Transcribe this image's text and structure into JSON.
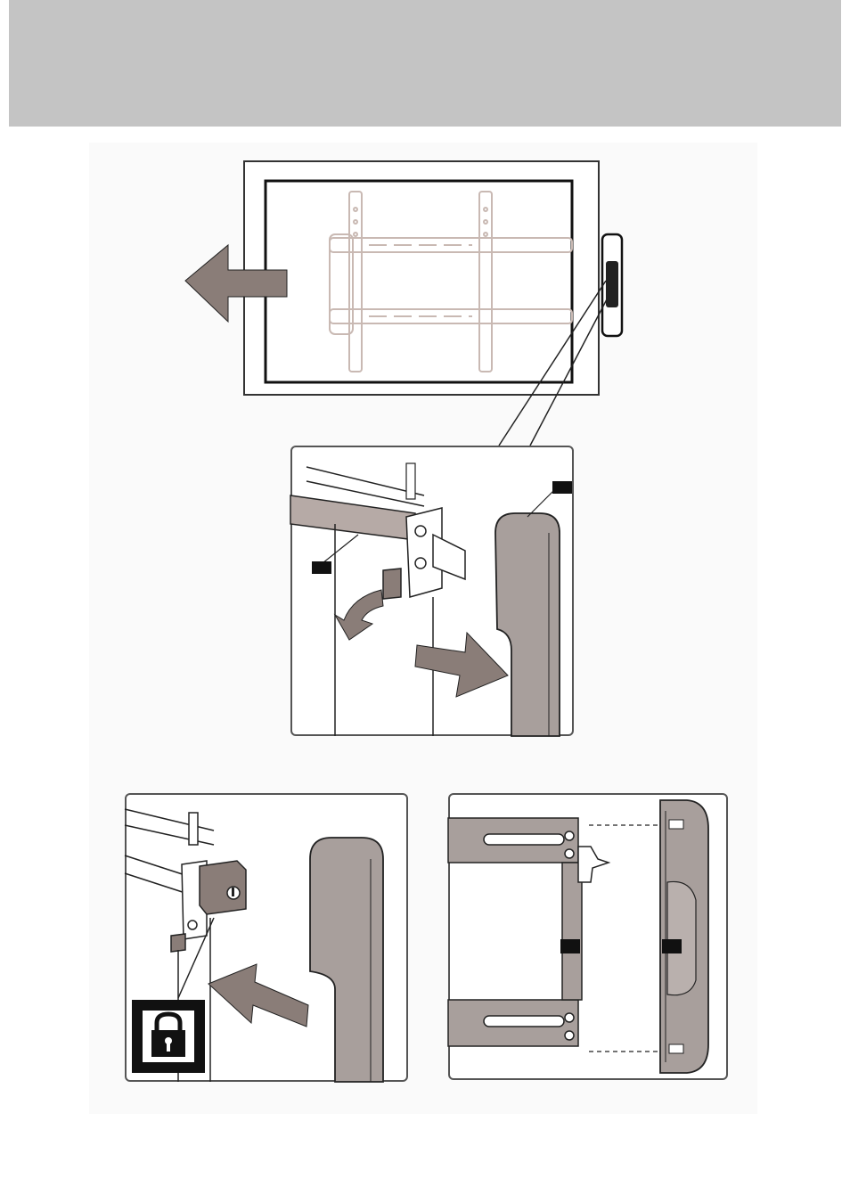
{
  "header": {
    "bar_color": "#c4c4c4"
  },
  "figures": [
    {
      "name": "tv-slide-left",
      "arrow": "left-arrow-icon"
    },
    {
      "name": "zoom-detail-remove-cap",
      "callouts": [
        "part-label",
        "part-label"
      ],
      "arrows": [
        "rotate-arrow-icon",
        "slide-right-arrow-icon"
      ]
    },
    {
      "name": "lock-cap-detail",
      "icons": [
        "padlock-icon",
        "push-left-arrow-icon"
      ]
    },
    {
      "name": "end-cap-exploded-view",
      "callouts": [
        "part-label",
        "part-label"
      ]
    }
  ],
  "colors": {
    "arrow": "#8a7d78",
    "cap": "#a89f9c",
    "line": "#222222",
    "bracket_faded": "#c9b9b3"
  }
}
